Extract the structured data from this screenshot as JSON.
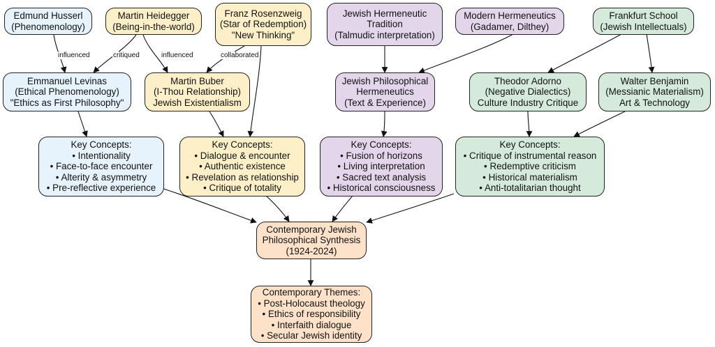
{
  "colors": {
    "blue": "#e6f2fc",
    "yellow": "#fdf0c8",
    "purple": "#e3d6ea",
    "green": "#d6eadb",
    "orange": "#fde2c9",
    "stroke": "#222222"
  },
  "nodes": {
    "husserl": {
      "lines": [
        "Edmund Husserl",
        "(Phenomenology)"
      ]
    },
    "heidegger": {
      "lines": [
        "Martin Heidegger",
        "(Being-in-the-world)"
      ]
    },
    "rosenzweig": {
      "lines": [
        "Franz Rosenzweig",
        "(Star of Redemption)",
        "\"New Thinking\""
      ]
    },
    "jewish_herm": {
      "lines": [
        "Jewish Hermeneutic",
        "Tradition",
        "(Talmudic interpretation)"
      ]
    },
    "modern_herm": {
      "lines": [
        "Modern Hermeneutics",
        "(Gadamer, Dilthey)"
      ]
    },
    "frankfurt": {
      "lines": [
        "Frankfurt School",
        "(Jewish Intellectuals)"
      ]
    },
    "levinas": {
      "lines": [
        "Emmanuel Levinas",
        "(Ethical Phenomenology)",
        "\"Ethics as First Philosophy\""
      ]
    },
    "buber": {
      "lines": [
        "Martin Buber",
        "(I-Thou Relationship)",
        "Jewish Existentialism"
      ]
    },
    "jph": {
      "lines": [
        "Jewish Philosophical",
        "Hermeneutics",
        "(Text & Experience)"
      ]
    },
    "adorno": {
      "lines": [
        "Theodor Adorno",
        "(Negative Dialectics)",
        "Culture Industry Critique"
      ]
    },
    "benjamin": {
      "lines": [
        "Walter Benjamin",
        "(Messianic Materialism)",
        "Art & Technology"
      ]
    },
    "kc_levinas": {
      "lines": [
        "Key Concepts:",
        "• Intentionality",
        "• Face-to-face encounter",
        "• Alterity & asymmetry",
        "• Pre-reflective experience"
      ]
    },
    "kc_buber": {
      "lines": [
        "Key Concepts:",
        "• Dialogue & encounter",
        "• Authentic existence",
        "• Revelation as relationship",
        "• Critique of totality"
      ]
    },
    "kc_herm": {
      "lines": [
        "Key Concepts:",
        "• Fusion of horizons",
        "• Living interpretation",
        "• Sacred text analysis",
        "• Historical consciousness"
      ]
    },
    "kc_frank": {
      "lines": [
        "Key Concepts:",
        "• Critique of instrumental reason",
        "• Redemptive criticism",
        "• Historical materialism",
        "• Anti-totalitarian thought"
      ]
    },
    "synthesis": {
      "lines": [
        "Contemporary Jewish",
        "Philosophical Synthesis",
        "(1924-2024)"
      ]
    },
    "themes": {
      "lines": [
        "Contemporary Themes:",
        "• Post-Holocaust theology",
        "• Ethics of responsibility",
        "• Interfaith dialogue",
        "• Secular Jewish identity"
      ]
    }
  },
  "edge_labels": {
    "husserl_levinas": "influenced",
    "heidegger_levinas": "critiqued",
    "heidegger_buber": "influenced",
    "rosenzweig_buber": "collaborated"
  }
}
